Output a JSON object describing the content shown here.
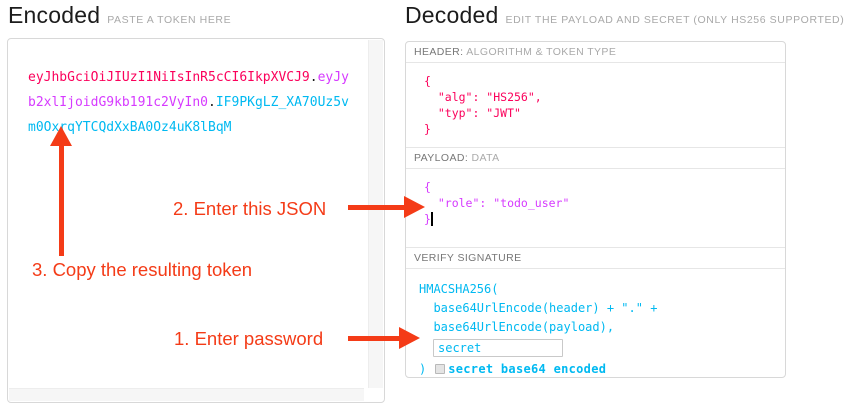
{
  "colors": {
    "header": "#fb015b",
    "payload": "#d63aff",
    "signature": "#00b9f1",
    "dot": "#1a1a1a",
    "annotation": "#f43b17"
  },
  "encoded": {
    "title": "Encoded",
    "subtitle": "PASTE A TOKEN HERE",
    "token_lines": [
      [
        {
          "kind": "header",
          "text": "eyJhbGciOiJIUzI1NiIsInR5cCI6IkpXVCJ9"
        },
        {
          "kind": "dot",
          "text": "."
        },
        {
          "kind": "payload",
          "text": "eyJy"
        }
      ],
      [
        {
          "kind": "payload",
          "text": "b2xlIjoidG9kb191c2VyIn0"
        },
        {
          "kind": "dot",
          "text": "."
        },
        {
          "kind": "signature",
          "text": "IF9PKgLZ_XA70Uz5v"
        }
      ],
      [
        {
          "kind": "signature",
          "text": "m0OxrqYTCQdXxBA0Oz4uK8lBqM"
        }
      ]
    ]
  },
  "decoded": {
    "title": "Decoded",
    "subtitle": "EDIT THE PAYLOAD AND SECRET (ONLY HS256 SUPPORTED)",
    "header_section": {
      "label_strong": "HEADER:",
      "label_muted": "ALGORITHM & TOKEN TYPE",
      "json_lines": [
        "{",
        "  \"alg\": \"HS256\",",
        "  \"typ\": \"JWT\"",
        "}"
      ]
    },
    "payload_section": {
      "label_strong": "PAYLOAD:",
      "label_muted": "DATA",
      "json_lines": [
        "{",
        "  \"role\": \"todo_user\"",
        "}"
      ]
    },
    "signature_section": {
      "label": "VERIFY SIGNATURE",
      "code_lines": [
        "HMACSHA256(",
        "  base64UrlEncode(header) + \".\" +",
        "  base64UrlEncode(payload),"
      ],
      "secret_value": "secret",
      "close_paren": ")",
      "checkbox_checked": false,
      "checkbox_label": "secret base64 encoded"
    }
  },
  "annotations": {
    "step1": "1. Enter password",
    "step2": "2. Enter this JSON",
    "step3": "3. Copy the resulting token"
  }
}
